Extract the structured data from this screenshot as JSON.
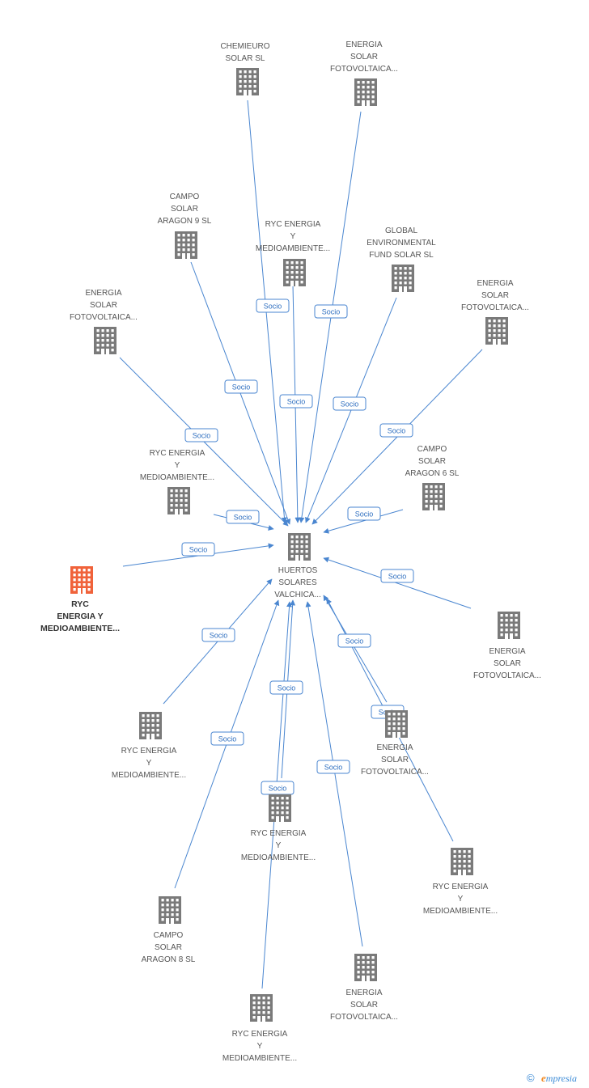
{
  "center": {
    "lines": [
      "HUERTOS",
      "SOLARES",
      "VALCHICA..."
    ]
  },
  "edge_label": "Socio",
  "colors": {
    "line": "#4a86d0",
    "node": "#7a7a7a",
    "focus_node": "#f0623a"
  },
  "nodes": [
    {
      "id": "n1",
      "lines": [
        "CHEMIEURO",
        "SOLAR SL"
      ]
    },
    {
      "id": "n2",
      "lines": [
        "ENERGIA",
        "SOLAR",
        "FOTOVOLTAICA..."
      ]
    },
    {
      "id": "n3",
      "lines": [
        "CAMPO",
        "SOLAR",
        "ARAGON 9 SL"
      ]
    },
    {
      "id": "n4",
      "lines": [
        "RYC ENERGIA",
        "Y",
        "MEDIOAMBIENTE..."
      ]
    },
    {
      "id": "n5",
      "lines": [
        "GLOBAL",
        "ENVIRONMENTAL",
        "FUND SOLAR SL"
      ]
    },
    {
      "id": "n6",
      "lines": [
        "ENERGIA",
        "SOLAR",
        "FOTOVOLTAICA..."
      ]
    },
    {
      "id": "n7",
      "lines": [
        "ENERGIA",
        "SOLAR",
        "FOTOVOLTAICA..."
      ]
    },
    {
      "id": "n8",
      "lines": [
        "RYC ENERGIA",
        "Y",
        "MEDIOAMBIENTE..."
      ]
    },
    {
      "id": "n9",
      "lines": [
        "CAMPO",
        "SOLAR",
        "ARAGON 6 SL"
      ]
    },
    {
      "id": "n10",
      "lines": [
        "RYC",
        "ENERGIA Y",
        "MEDIOAMBIENTE..."
      ],
      "focus": true
    },
    {
      "id": "n11",
      "lines": [
        "ENERGIA",
        "SOLAR",
        "FOTOVOLTAICA..."
      ]
    },
    {
      "id": "n12",
      "lines": [
        "RYC ENERGIA",
        "Y",
        "MEDIOAMBIENTE..."
      ]
    },
    {
      "id": "n13",
      "lines": [
        "ENERGIA",
        "SOLAR",
        "FOTOVOLTAICA..."
      ]
    },
    {
      "id": "n14",
      "lines": [
        "RYC ENERGIA",
        "Y",
        "MEDIOAMBIENTE..."
      ]
    },
    {
      "id": "n15",
      "lines": [
        "RYC ENERGIA",
        "Y",
        "MEDIOAMBIENTE..."
      ]
    },
    {
      "id": "n16",
      "lines": [
        "CAMPO",
        "SOLAR",
        "ARAGON 8 SL"
      ]
    },
    {
      "id": "n17",
      "lines": [
        "ENERGIA",
        "SOLAR",
        "FOTOVOLTAICA..."
      ]
    },
    {
      "id": "n18",
      "lines": [
        "RYC ENERGIA",
        "Y",
        "MEDIOAMBIENTE..."
      ]
    }
  ],
  "footer": {
    "copyright_symbol": "©",
    "brand_initial": "e",
    "brand_rest": "mpresia"
  }
}
